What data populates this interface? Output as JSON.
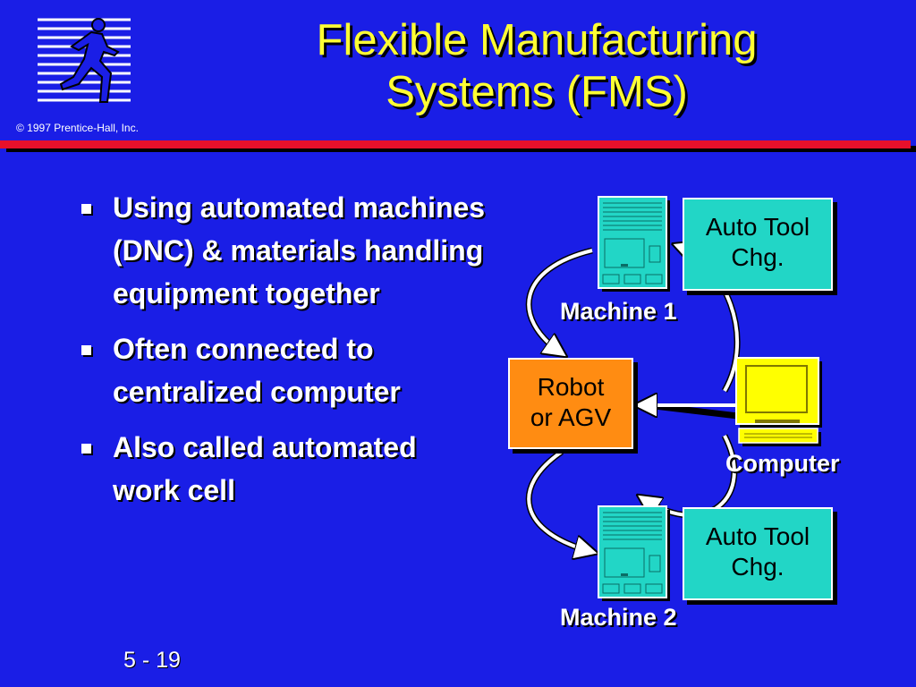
{
  "copyright": "© 1997 Prentice-Hall, Inc.",
  "title": {
    "line1": "Flexible Manufacturing",
    "line2": "Systems (FMS)"
  },
  "bullets": [
    {
      "text": "Using automated machines (DNC) & materials handling equipment together"
    },
    {
      "text": "Often connected to centralized computer"
    },
    {
      "text": "Also called automated work cell"
    }
  ],
  "diagram": {
    "tool_changer_1": {
      "line1": "Auto Tool",
      "line2": "Chg."
    },
    "tool_changer_2": {
      "line1": "Auto Tool",
      "line2": "Chg."
    },
    "machine_1_label": "Machine 1",
    "machine_2_label": "Machine 2",
    "robot": {
      "line1": "Robot",
      "line2": "or AGV"
    },
    "computer_label": "Computer"
  },
  "page_number": "5 - 19",
  "colors": {
    "background": "#1a1ee6",
    "title": "#ffff33",
    "accent_rule": "#e8102b",
    "tool_changer": "#22d6c6",
    "robot": "#ff8c12",
    "computer_screen": "#ffff00"
  },
  "icons": [
    "running-man-logo-icon",
    "machine-icon",
    "computer-icon"
  ]
}
